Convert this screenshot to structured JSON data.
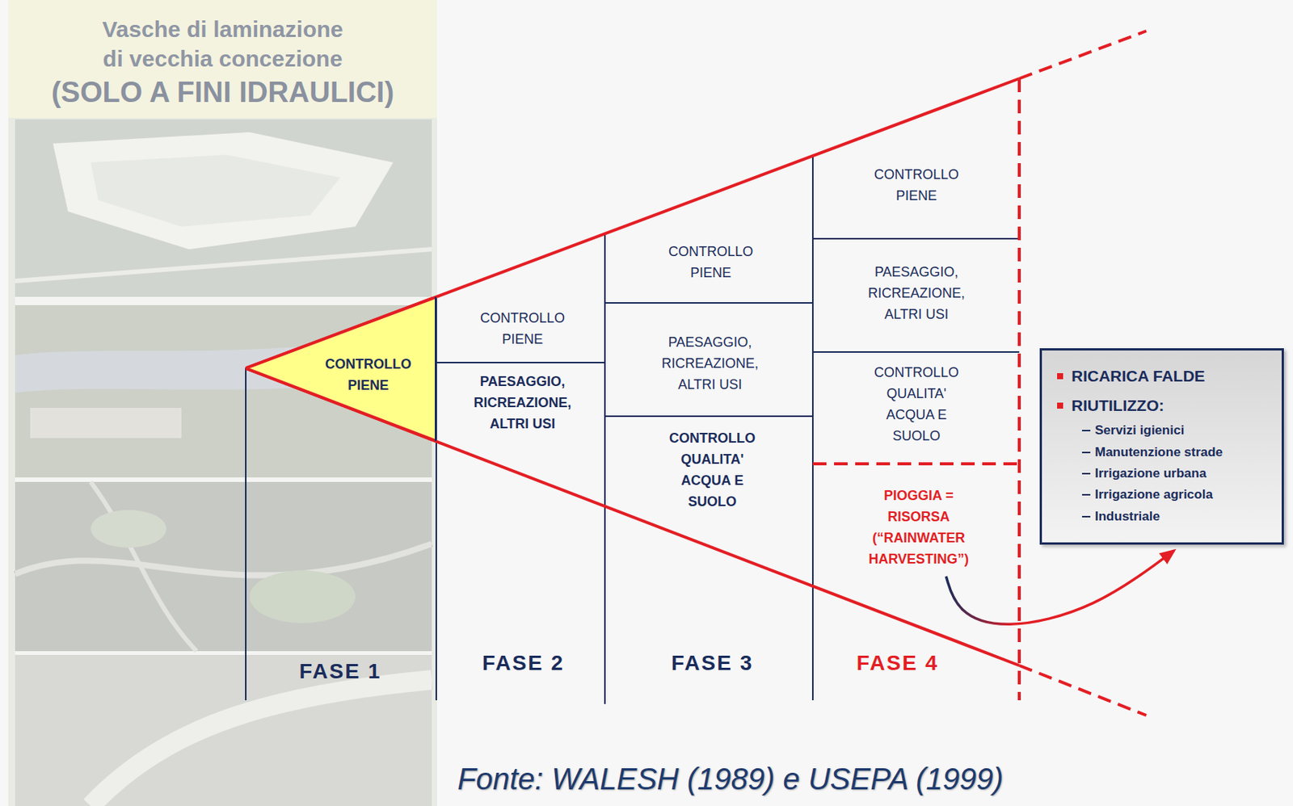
{
  "diagram": {
    "caption": "Fonte: WALESH (1989) e USEPA (1999)",
    "nodes": [
      {
        "text": [
          "Vasche di laminazione di vecchia concezione",
          "(SOLO A FINI IDRAULICI)"
        ]
      },
      {
        "text": [
          "CONTROLLO PIENE"
        ]
      },
      {
        "text": [
          "CONTROLLO PIENE"
        ]
      },
      {
        "text": [
          "PAESAGGIO, RICREAZIONE, ALTRI USI"
        ]
      },
      {
        "text": [
          "CONTROLLO PIENE"
        ]
      },
      {
        "text": [
          "PAESAGGIO, RICREAZIONE, ALTRI USI"
        ]
      },
      {
        "text": [
          "CONTROLLO QUALITA' ACQUA E SUOLO"
        ]
      },
      {
        "text": [
          "CONTROLLO PIENE"
        ]
      },
      {
        "text": [
          "PAESAGGIO, RICREAZIONE, ALTRI USI"
        ]
      },
      {
        "text": [
          "CONTROLLO QUALITA' ACQUA E SUOLO"
        ]
      },
      {
        "text": [
          "PIOGGIA = RISORSA (“RAINWATER HARVESTING”)"
        ]
      },
      {
        "text": [
          "RICARICA FALDE",
          "RIUTILIZZO:",
          "Servizi igienici",
          "Manutenzione strade",
          "Irrigazione urbana",
          "Irrigazione agricola",
          "Industriale"
        ]
      }
    ],
    "edges": [
      {
        "from": 10,
        "to": 11,
        "arrow": "to"
      }
    ],
    "labels": [
      "FASE 1",
      "FASE 2",
      "FASE 3",
      "FASE 4"
    ]
  }
}
